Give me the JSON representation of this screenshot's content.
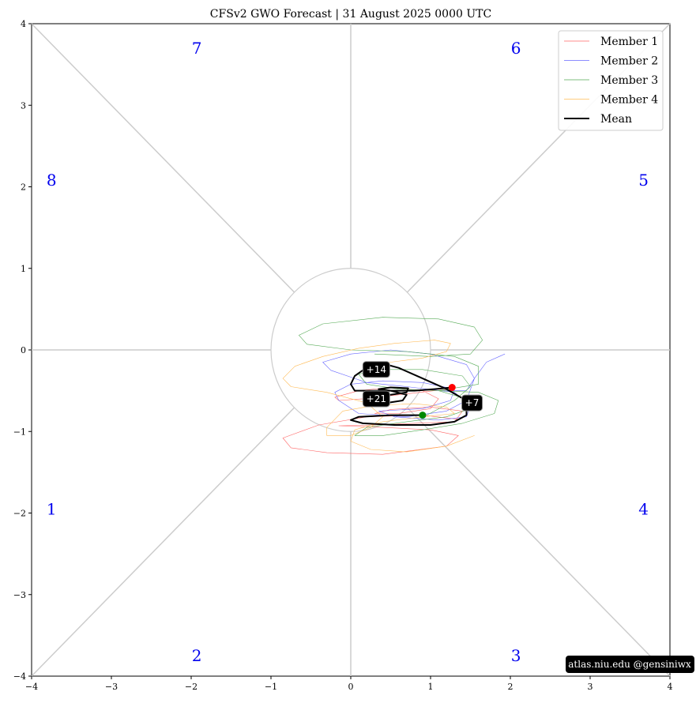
{
  "chart_data": {
    "type": "line",
    "title": "CFSv2 GWO Forecast   |   31  August  2025 0000 UTC",
    "xlim": [
      -4,
      4
    ],
    "ylim": [
      -4,
      4
    ],
    "x_ticks": [
      "−4",
      "−3",
      "−2",
      "−1",
      "0",
      "1",
      "2",
      "3",
      "4"
    ],
    "y_ticks": [
      "−4",
      "−3",
      "−2",
      "−1",
      "0",
      "1",
      "2",
      "3",
      "4"
    ],
    "phase_labels": [
      {
        "label": "1",
        "x": -3.75,
        "y": -1.95
      },
      {
        "label": "2",
        "x": -1.93,
        "y": -3.75
      },
      {
        "label": "3",
        "x": 2.07,
        "y": -3.75
      },
      {
        "label": "4",
        "x": 3.67,
        "y": -1.95
      },
      {
        "label": "5",
        "x": 3.67,
        "y": 2.08
      },
      {
        "label": "6",
        "x": 2.07,
        "y": 3.7
      },
      {
        "label": "7",
        "x": -1.93,
        "y": 3.7
      },
      {
        "label": "8",
        "x": -3.75,
        "y": 2.08
      }
    ],
    "legend_position": "top-right",
    "grid": false,
    "series": [
      {
        "name": "Member 1",
        "color": "#ff6666",
        "width": 0.6,
        "points": [
          [
            1.3,
            -0.48
          ],
          [
            1.05,
            -0.5
          ],
          [
            0.6,
            -0.55
          ],
          [
            0.15,
            -0.6
          ],
          [
            -0.15,
            -0.62
          ],
          [
            -0.2,
            -0.58
          ],
          [
            0.1,
            -0.5
          ],
          [
            0.5,
            -0.46
          ],
          [
            0.9,
            -0.5
          ],
          [
            1.1,
            -0.6
          ],
          [
            1.0,
            -0.72
          ],
          [
            0.6,
            -0.78
          ],
          [
            0.3,
            -0.78
          ],
          [
            0.5,
            -0.73
          ],
          [
            1.0,
            -0.7
          ],
          [
            1.4,
            -0.75
          ],
          [
            1.3,
            -0.88
          ],
          [
            0.8,
            -0.9
          ],
          [
            0.3,
            -0.92
          ],
          [
            -0.15,
            -0.93
          ],
          [
            0.4,
            -0.95
          ],
          [
            1.0,
            -0.98
          ],
          [
            1.35,
            -1.05
          ],
          [
            1.2,
            -1.18
          ],
          [
            0.4,
            -1.28
          ],
          [
            -0.3,
            -1.26
          ],
          [
            -0.75,
            -1.2
          ],
          [
            -0.85,
            -1.08
          ],
          [
            -0.4,
            -0.92
          ],
          [
            0.2,
            -0.82
          ],
          [
            0.9,
            -0.8
          ],
          [
            1.35,
            -0.85
          ]
        ]
      },
      {
        "name": "Member 2",
        "color": "#6666ff",
        "width": 0.6,
        "points": [
          [
            1.93,
            -0.05
          ],
          [
            1.7,
            -0.15
          ],
          [
            1.55,
            -0.35
          ],
          [
            1.45,
            -0.62
          ],
          [
            1.2,
            -0.75
          ],
          [
            0.7,
            -0.82
          ],
          [
            0.1,
            -0.78
          ],
          [
            -0.15,
            -0.62
          ],
          [
            -0.2,
            -0.52
          ],
          [
            0.0,
            -0.42
          ],
          [
            0.4,
            -0.38
          ],
          [
            0.9,
            -0.4
          ],
          [
            1.3,
            -0.48
          ],
          [
            1.25,
            -0.62
          ],
          [
            0.9,
            -0.72
          ],
          [
            0.35,
            -0.75
          ],
          [
            0.55,
            -0.82
          ],
          [
            1.1,
            -0.86
          ],
          [
            1.45,
            -0.82
          ],
          [
            1.5,
            -0.68
          ],
          [
            1.3,
            -0.52
          ],
          [
            0.7,
            -0.45
          ],
          [
            0.2,
            -0.4
          ],
          [
            0.05,
            -0.35
          ],
          [
            -0.25,
            -0.25
          ],
          [
            -0.35,
            -0.15
          ],
          [
            0.0,
            -0.05
          ],
          [
            0.5,
            0.0
          ],
          [
            1.0,
            -0.05
          ],
          [
            1.45,
            -0.18
          ],
          [
            1.55,
            -0.35
          ],
          [
            1.45,
            -0.5
          ],
          [
            1.1,
            -0.5
          ]
        ]
      },
      {
        "name": "Member 3",
        "color": "#55aa55",
        "width": 0.6,
        "points": [
          [
            0.95,
            -0.8
          ],
          [
            1.3,
            -0.62
          ],
          [
            1.5,
            -0.45
          ],
          [
            1.4,
            -0.32
          ],
          [
            0.9,
            -0.24
          ],
          [
            0.3,
            -0.24
          ],
          [
            0.1,
            -0.3
          ],
          [
            0.2,
            -0.42
          ],
          [
            0.6,
            -0.48
          ],
          [
            1.1,
            -0.5
          ],
          [
            1.6,
            -0.52
          ],
          [
            1.85,
            -0.62
          ],
          [
            1.8,
            -0.78
          ],
          [
            1.4,
            -0.9
          ],
          [
            0.9,
            -0.98
          ],
          [
            0.4,
            -1.05
          ],
          [
            0.05,
            -1.05
          ],
          [
            0.2,
            -0.95
          ],
          [
            0.7,
            -0.88
          ],
          [
            1.2,
            -0.82
          ],
          [
            1.5,
            -0.72
          ],
          [
            1.45,
            -0.6
          ],
          [
            1.1,
            -0.5
          ],
          [
            1.6,
            -0.42
          ],
          [
            1.6,
            -0.2
          ],
          [
            1.3,
            -0.08
          ],
          [
            0.7,
            -0.02
          ],
          [
            0.0,
            0.0
          ],
          [
            -0.55,
            0.07
          ],
          [
            -0.65,
            0.18
          ],
          [
            -0.35,
            0.32
          ],
          [
            0.4,
            0.4
          ],
          [
            1.1,
            0.38
          ],
          [
            1.55,
            0.28
          ],
          [
            1.65,
            0.12
          ],
          [
            1.5,
            -0.05
          ],
          [
            1.0,
            -0.08
          ],
          [
            0.3,
            -0.05
          ]
        ]
      },
      {
        "name": "Member 4",
        "color": "#ffbb55",
        "width": 0.6,
        "points": [
          [
            1.55,
            -1.05
          ],
          [
            1.2,
            -1.18
          ],
          [
            0.7,
            -1.25
          ],
          [
            0.25,
            -1.22
          ],
          [
            0.0,
            -1.12
          ],
          [
            0.05,
            -0.98
          ],
          [
            0.4,
            -0.88
          ],
          [
            0.9,
            -0.82
          ],
          [
            1.3,
            -0.78
          ],
          [
            1.2,
            -0.7
          ],
          [
            0.8,
            -0.66
          ],
          [
            0.3,
            -0.68
          ],
          [
            -0.1,
            -0.75
          ],
          [
            -0.2,
            -0.85
          ],
          [
            -0.3,
            -0.95
          ],
          [
            -0.3,
            -1.05
          ],
          [
            0.0,
            -1.05
          ],
          [
            0.25,
            -0.95
          ],
          [
            0.4,
            -0.82
          ],
          [
            0.2,
            -0.65
          ],
          [
            -0.3,
            -0.52
          ],
          [
            -0.75,
            -0.45
          ],
          [
            -0.85,
            -0.35
          ],
          [
            -0.7,
            -0.2
          ],
          [
            -0.35,
            -0.08
          ],
          [
            0.1,
            0.02
          ],
          [
            0.55,
            0.08
          ],
          [
            1.05,
            0.12
          ],
          [
            1.25,
            0.08
          ],
          [
            1.2,
            -0.02
          ],
          [
            0.9,
            -0.1
          ],
          [
            0.5,
            -0.15
          ],
          [
            0.25,
            -0.2
          ]
        ]
      },
      {
        "name": "Mean",
        "color": "#000000",
        "width": 2.0,
        "points": [
          [
            0.9,
            -0.8
          ],
          [
            0.5,
            -0.8
          ],
          [
            0.1,
            -0.82
          ],
          [
            0.0,
            -0.86
          ],
          [
            0.15,
            -0.9
          ],
          [
            0.55,
            -0.92
          ],
          [
            1.0,
            -0.92
          ],
          [
            1.3,
            -0.88
          ],
          [
            1.45,
            -0.8
          ],
          [
            1.45,
            -0.68
          ],
          [
            1.5,
            -0.65
          ],
          [
            1.2,
            -0.48
          ],
          [
            0.9,
            -0.35
          ],
          [
            0.6,
            -0.22
          ],
          [
            0.45,
            -0.18
          ],
          [
            0.3,
            -0.2
          ],
          [
            0.15,
            -0.25
          ],
          [
            0.05,
            -0.32
          ],
          [
            0.0,
            -0.42
          ],
          [
            0.05,
            -0.5
          ],
          [
            0.25,
            -0.5
          ],
          [
            0.5,
            -0.5
          ],
          [
            0.7,
            -0.55
          ],
          [
            0.65,
            -0.62
          ],
          [
            0.45,
            -0.65
          ],
          [
            0.25,
            -0.62
          ],
          [
            0.2,
            -0.58
          ],
          [
            0.3,
            -0.56
          ],
          [
            0.5,
            -0.55
          ],
          [
            0.7,
            -0.52
          ],
          [
            0.72,
            -0.47
          ],
          [
            0.5,
            -0.46
          ],
          [
            0.35,
            -0.48
          ],
          [
            0.5,
            -0.5
          ],
          [
            0.8,
            -0.5
          ],
          [
            1.05,
            -0.48
          ],
          [
            1.27,
            -0.46
          ]
        ]
      }
    ],
    "start_marker": {
      "x": 0.9,
      "y": -0.8,
      "color": "#008800"
    },
    "end_marker": {
      "x": 1.27,
      "y": -0.46,
      "color": "#ff0000"
    },
    "day_labels": [
      {
        "label": "+7",
        "x": 1.52,
        "y": -0.65
      },
      {
        "label": "+14",
        "x": 0.32,
        "y": -0.24
      },
      {
        "label": "+21",
        "x": 0.32,
        "y": -0.6
      }
    ],
    "credit": "atlas.niu.edu  @gensiniwx"
  }
}
